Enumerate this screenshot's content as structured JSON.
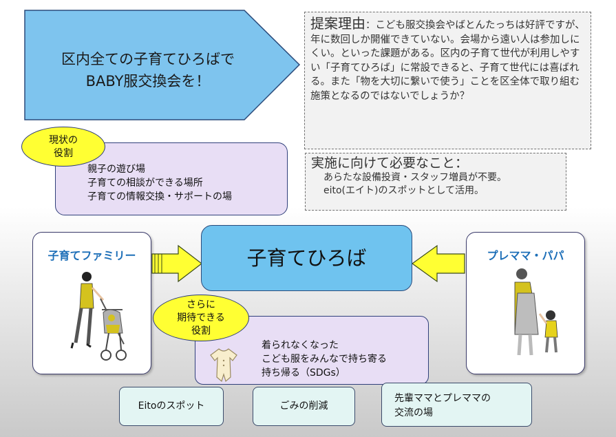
{
  "title": {
    "line1": "区内全ての子育てひろばで",
    "line2": "BABY服交換会を！"
  },
  "reason": {
    "heading": "提案理由",
    "body": "：こども服交換会やばとんたっちは好評ですが、年に数回しか開催できていない。会場から遠い人は参加しにくい。といった課題がある。区内の子育て世代が利用しやすい「子育てひろば」に常設できると、子育て世代には喜ばれる。また「物を大切に繋いで使う」ことを区全体で取り組む施策となるのではないでしょうか？"
  },
  "needs": {
    "heading": "実施に向けて必要なこと：",
    "lines": [
      "あらたな設備投資・スタッフ増員が不要。",
      "eito(エイト)のスポットとして活用。"
    ]
  },
  "current_role": {
    "badge": [
      "現状の",
      "役割"
    ],
    "items": [
      "親子の遊び場",
      "子育ての相談ができる場所",
      "子育ての情報交換・サポートの場"
    ]
  },
  "center": {
    "label": "子育てひろば"
  },
  "family": {
    "label": "子育てファミリー"
  },
  "prema": {
    "label": "プレママ・パパ"
  },
  "expected_role": {
    "badge": [
      "さらに",
      "期待できる",
      "役割"
    ],
    "items": [
      "着られなくなった",
      "こども服をみんなで持ち寄る",
      "持ち帰る（SDGs）"
    ]
  },
  "tags": {
    "eito": "Eitoのスポット",
    "waste": "ごみの削減",
    "exchange": [
      "先輩ママとプレママの",
      "交流の場"
    ]
  },
  "colors": {
    "title_fill": "#7ec4ee",
    "center_fill": "#6fc3ef",
    "badge_fill": "#ffff33",
    "role_fill": "#e8def5",
    "tag_fill": "#e3f5f3",
    "arrow_fill": "#ffff33",
    "label_blue": "#1d6fb8"
  }
}
